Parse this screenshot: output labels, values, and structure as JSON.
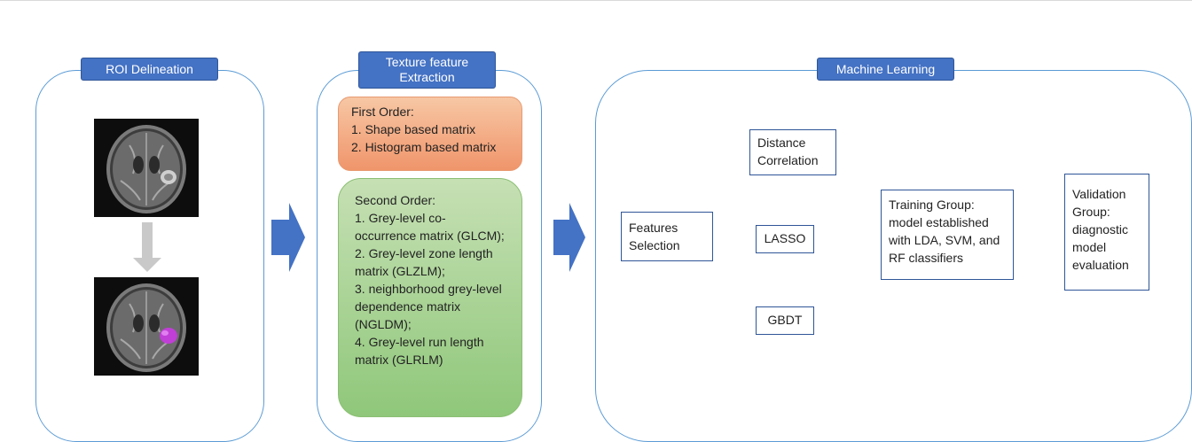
{
  "panels": {
    "roi": {
      "title": "ROI Delineation"
    },
    "texture": {
      "title": "Texture feature Extraction",
      "first_order": "First Order:\n1. Shape based matrix\n2. Histogram based matrix",
      "second_order": "Second Order:\n1. Grey-level co-occurrence matrix (GLCM);\n2. Grey-level zone length matrix (GLZLM);\n3. neighborhood grey-level dependence matrix (NGLDM);\n4. Grey-level run length matrix (GLRLM)"
    },
    "ml": {
      "title": "Machine Learning",
      "features_selection": "Features Selection",
      "methods": [
        "Distance Correlation",
        "LASSO",
        "GBDT"
      ],
      "training": "Training Group: model established with LDA, SVM, and RF classifiers",
      "validation": "Validation Group: diagnostic model evaluation"
    }
  },
  "colors": {
    "panel_border": "#5b9bd5",
    "tab_fill": "#4472c4",
    "arrow_fill": "#4472c4",
    "first_order_fill": "#f4a582",
    "second_order_fill": "#a9d18e",
    "box_border": "#2f5597",
    "mask": "#c03fd6"
  }
}
